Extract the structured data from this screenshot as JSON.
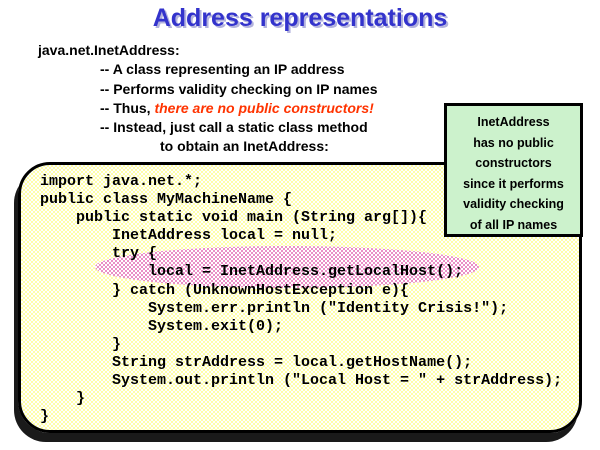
{
  "title": "Address representations",
  "intro": {
    "heading": "java.net.InetAddress:",
    "bullet1": "-- A class representing an IP address",
    "bullet2": "-- Performs validity checking on IP names",
    "bullet3_prefix": "-- Thus, ",
    "bullet3_highlight": "there are no public constructors!",
    "bullet4": "-- Instead, just call a static class method",
    "bullet5": "to obtain an InetAddress:"
  },
  "callout": {
    "lines": [
      "InetAddress",
      "has no public",
      "constructors",
      "since it performs",
      "validity checking",
      "of all IP names"
    ]
  },
  "code": {
    "highlighted_line": "local = InetAddress.getLocalHost();",
    "lines": [
      "import java.net.*;",
      "public class MyMachineName {",
      "    public static void main (String arg[]){",
      "        InetAddress local = null;",
      "        try {",
      "            local = InetAddress.getLocalHost();",
      "        } catch (UnknownHostException e){",
      "            System.err.println (\"Identity Crisis!\");",
      "            System.exit(0);",
      "        }",
      "        String strAddress = local.getHostName();",
      "        System.out.println (\"Local Host = \" + strAddress);",
      "    }",
      "}"
    ]
  },
  "colors": {
    "title_blue": "#3333cc",
    "title_shadow": "#b3b3dd",
    "emphasis_red": "#ff3300",
    "callout_green": "#ccf2cc",
    "code_bg_yellow": "#ffffa8",
    "ellipse_pink": "#ea8fc6",
    "border_black": "#000000"
  }
}
